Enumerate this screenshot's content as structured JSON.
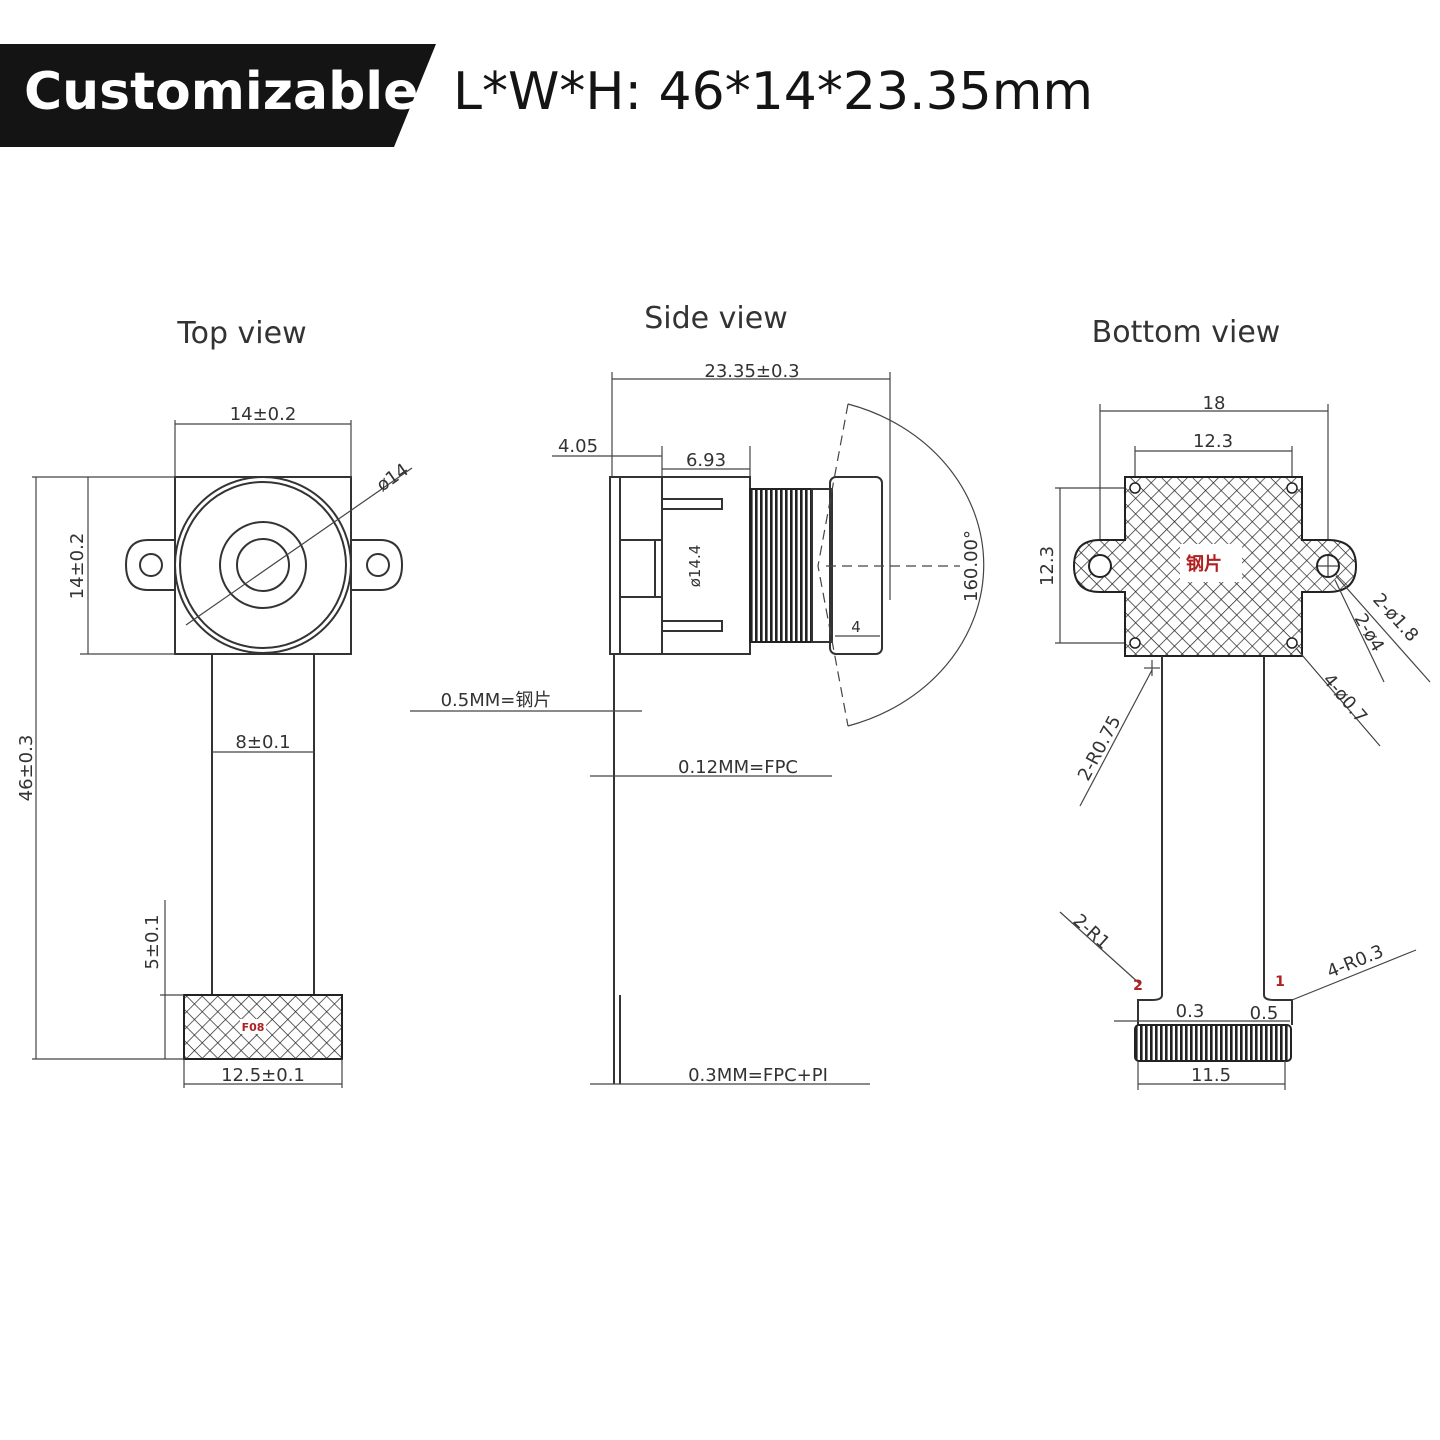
{
  "header": {
    "badge": "Customizable",
    "dimensions": "L*W*H:  46*14*23.35mm"
  },
  "views": {
    "top": {
      "title": "Top view",
      "labels": {
        "width_top": "14±0.2",
        "diameter": "ø14",
        "height_block": "14±0.2",
        "total_length": "46±0.3",
        "fpc_width": "8±0.1",
        "connector_height": "5±0.1",
        "connector_width": "12.5±0.1",
        "pad_mark": "F08"
      }
    },
    "side": {
      "title": "Side view",
      "labels": {
        "total_height": "23.35±0.3",
        "base": "4.05",
        "holder": "6.93",
        "lens_dia": "ø14.4",
        "fov": "160.00°",
        "lens_cap": "4",
        "steel": "0.5MM=钢片",
        "fpc": "0.12MM=FPC",
        "fpc_pi": "0.3MM=FPC+PI"
      }
    },
    "bottom": {
      "title": "Bottom view",
      "labels": {
        "width_outer": "18",
        "width_inner": "12.3",
        "height_block": "12.3",
        "steel_mark": "钢片",
        "hole_18": "2-ø1.8",
        "hole_4": "2-ø4",
        "hole_07": "4-ø0.7",
        "r075": "2-R0.75",
        "r1": "2-R1",
        "r03": "4-R0.3",
        "gap_03": "0.3",
        "gap_05": "0.5",
        "conn_width": "11.5",
        "pin_left": "2",
        "pin_right": "1"
      }
    }
  }
}
